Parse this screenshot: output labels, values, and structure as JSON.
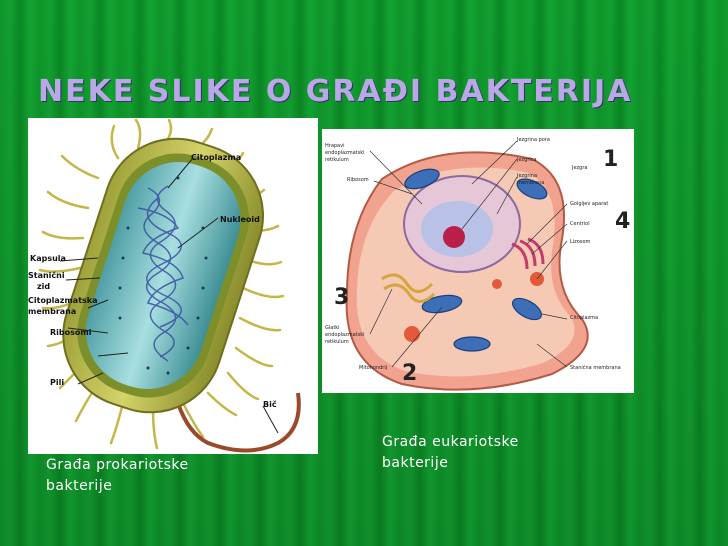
{
  "slide": {
    "title": "NEKE SLIKE O GRAĐI BAKTERIJA",
    "colors": {
      "background": "#10a12e",
      "title": "#b9a8e6",
      "caption": "#ffffff"
    }
  },
  "prokaryote": {
    "labels": {
      "citoplazma": "Citoplazma",
      "nukleoid": "Nukleoid",
      "kapsula": "Kapsula",
      "stanicni": "Stanični",
      "zid": "zid",
      "citoplazmatska": "Citoplazmatska",
      "membrana": "membrana",
      "ribosomi": "Ribosomi",
      "pili": "Pili",
      "bic": "Bič"
    },
    "caption": {
      "line1": "Građa prokariotske",
      "line2": "bakterije"
    }
  },
  "eukaryote": {
    "labels": {
      "hrapavi": "Hrapavi",
      "endoplazmatski1": "endoplazmatski",
      "retikulum1": "retikulum",
      "ribosom": "Ribosom",
      "jezgrina_pora": "Jezgrina pora",
      "jezgrica": "Jezgrica",
      "jezgrina": "Jezgrina",
      "membrana": "membrana",
      "jezgra": "Jezgra",
      "golgijev": "Golgijev aparat",
      "centriol": "Centriol",
      "lizosom": "Lizosom",
      "citoplazma": "Citoplazma",
      "glatki": "Glatki",
      "endoplazmatski2": "endoplazmatski",
      "retikulum2": "retikulum",
      "mitohondrij": "Mitohondrij",
      "stanicna_membrana": "Stanična membrana"
    },
    "numbers": {
      "n1": "1",
      "n2": "2",
      "n3": "3",
      "n4": "4"
    },
    "caption": {
      "line1": "Građa eukariotske",
      "line2": "bakterije"
    }
  }
}
